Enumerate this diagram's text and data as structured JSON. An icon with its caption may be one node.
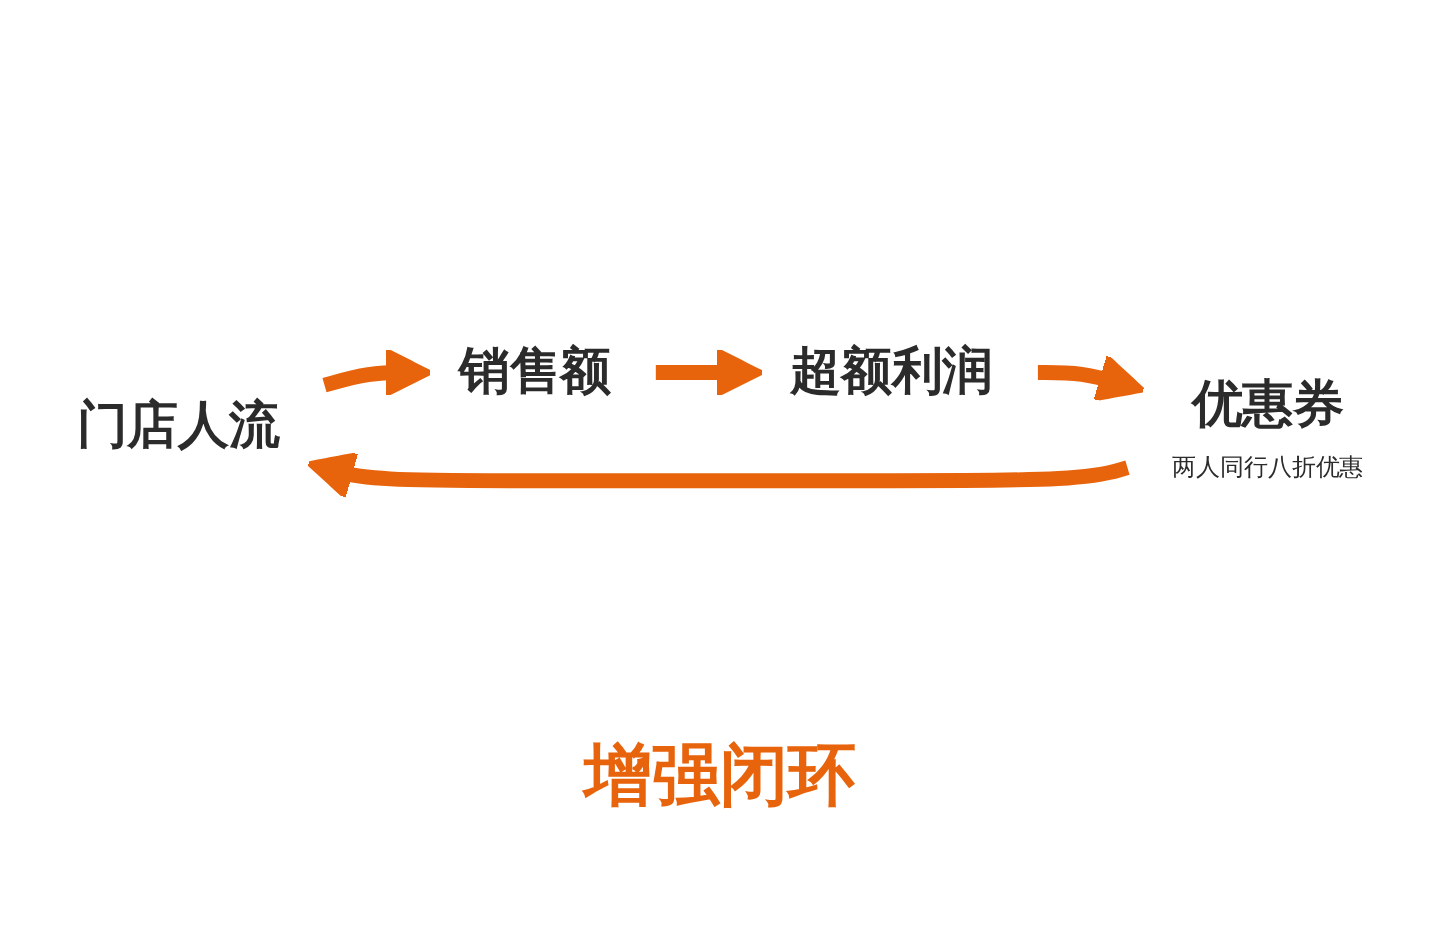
{
  "diagram": {
    "nodes": [
      {
        "text": [
          "门店人流"
        ]
      },
      {
        "text": [
          "销售额"
        ]
      },
      {
        "text": [
          "超额利润"
        ]
      },
      {
        "text": [
          "优惠券",
          "两人同行八折优惠"
        ]
      }
    ],
    "edges": [
      {
        "from": 0,
        "to": 1,
        "arrow": "to",
        "color": "#e8640c"
      },
      {
        "from": 1,
        "to": 2,
        "arrow": "to",
        "color": "#e8640c"
      },
      {
        "from": 2,
        "to": 3,
        "arrow": "to",
        "color": "#e8640c"
      },
      {
        "from": 3,
        "to": 0,
        "arrow": "to",
        "color": "#e8640c"
      }
    ],
    "labels": [
      "增强闭环"
    ]
  }
}
